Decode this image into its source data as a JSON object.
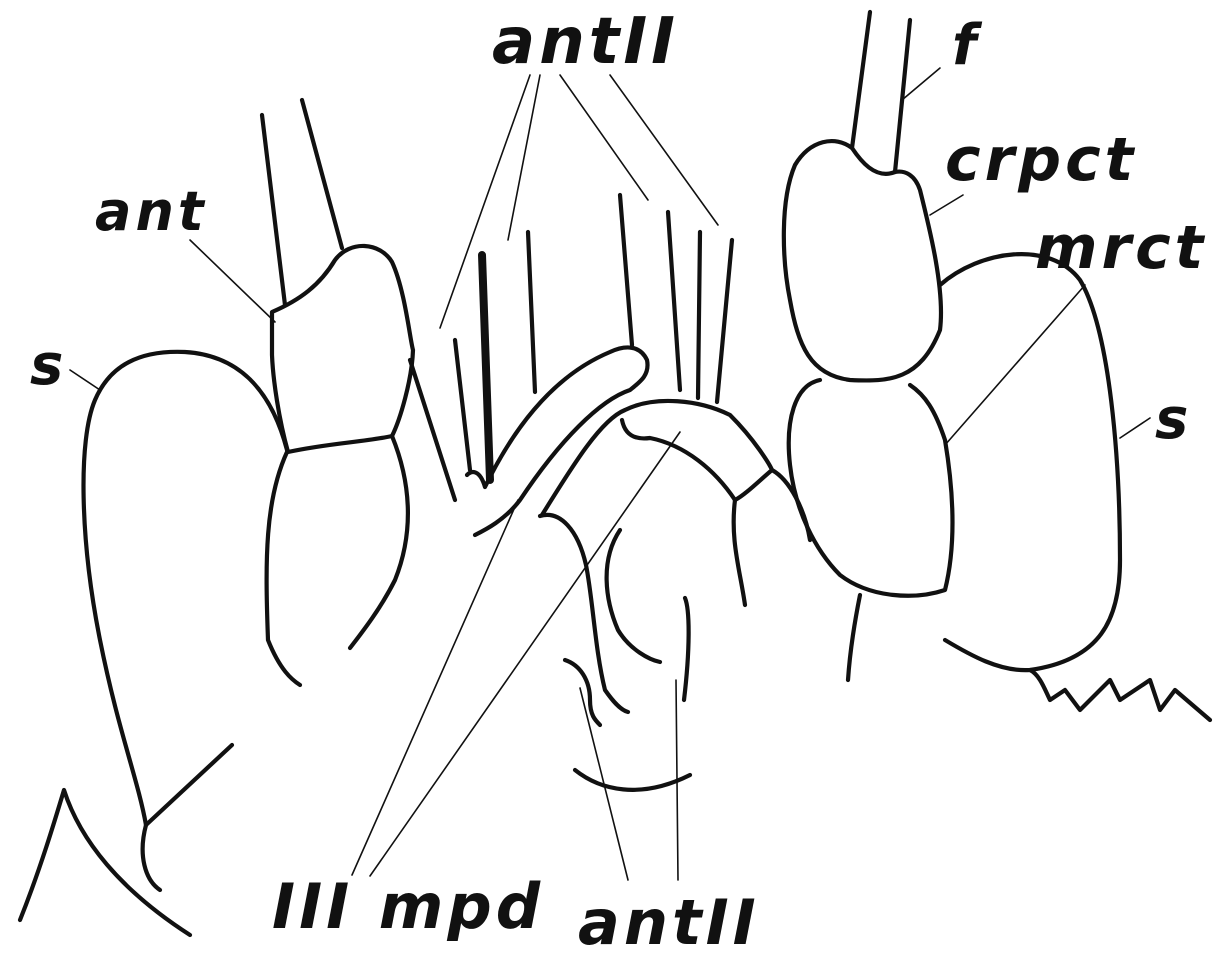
{
  "labels": {
    "antII_top": "antII",
    "f": "f",
    "crpct": "crpct",
    "ant": "ant",
    "mrct": "mrct",
    "s_left": "s",
    "s_right": "s",
    "IIImpd": "III mpd",
    "antII_bottom": "antII"
  },
  "colors": {
    "ink": "#111111",
    "background": "#ffffff"
  }
}
